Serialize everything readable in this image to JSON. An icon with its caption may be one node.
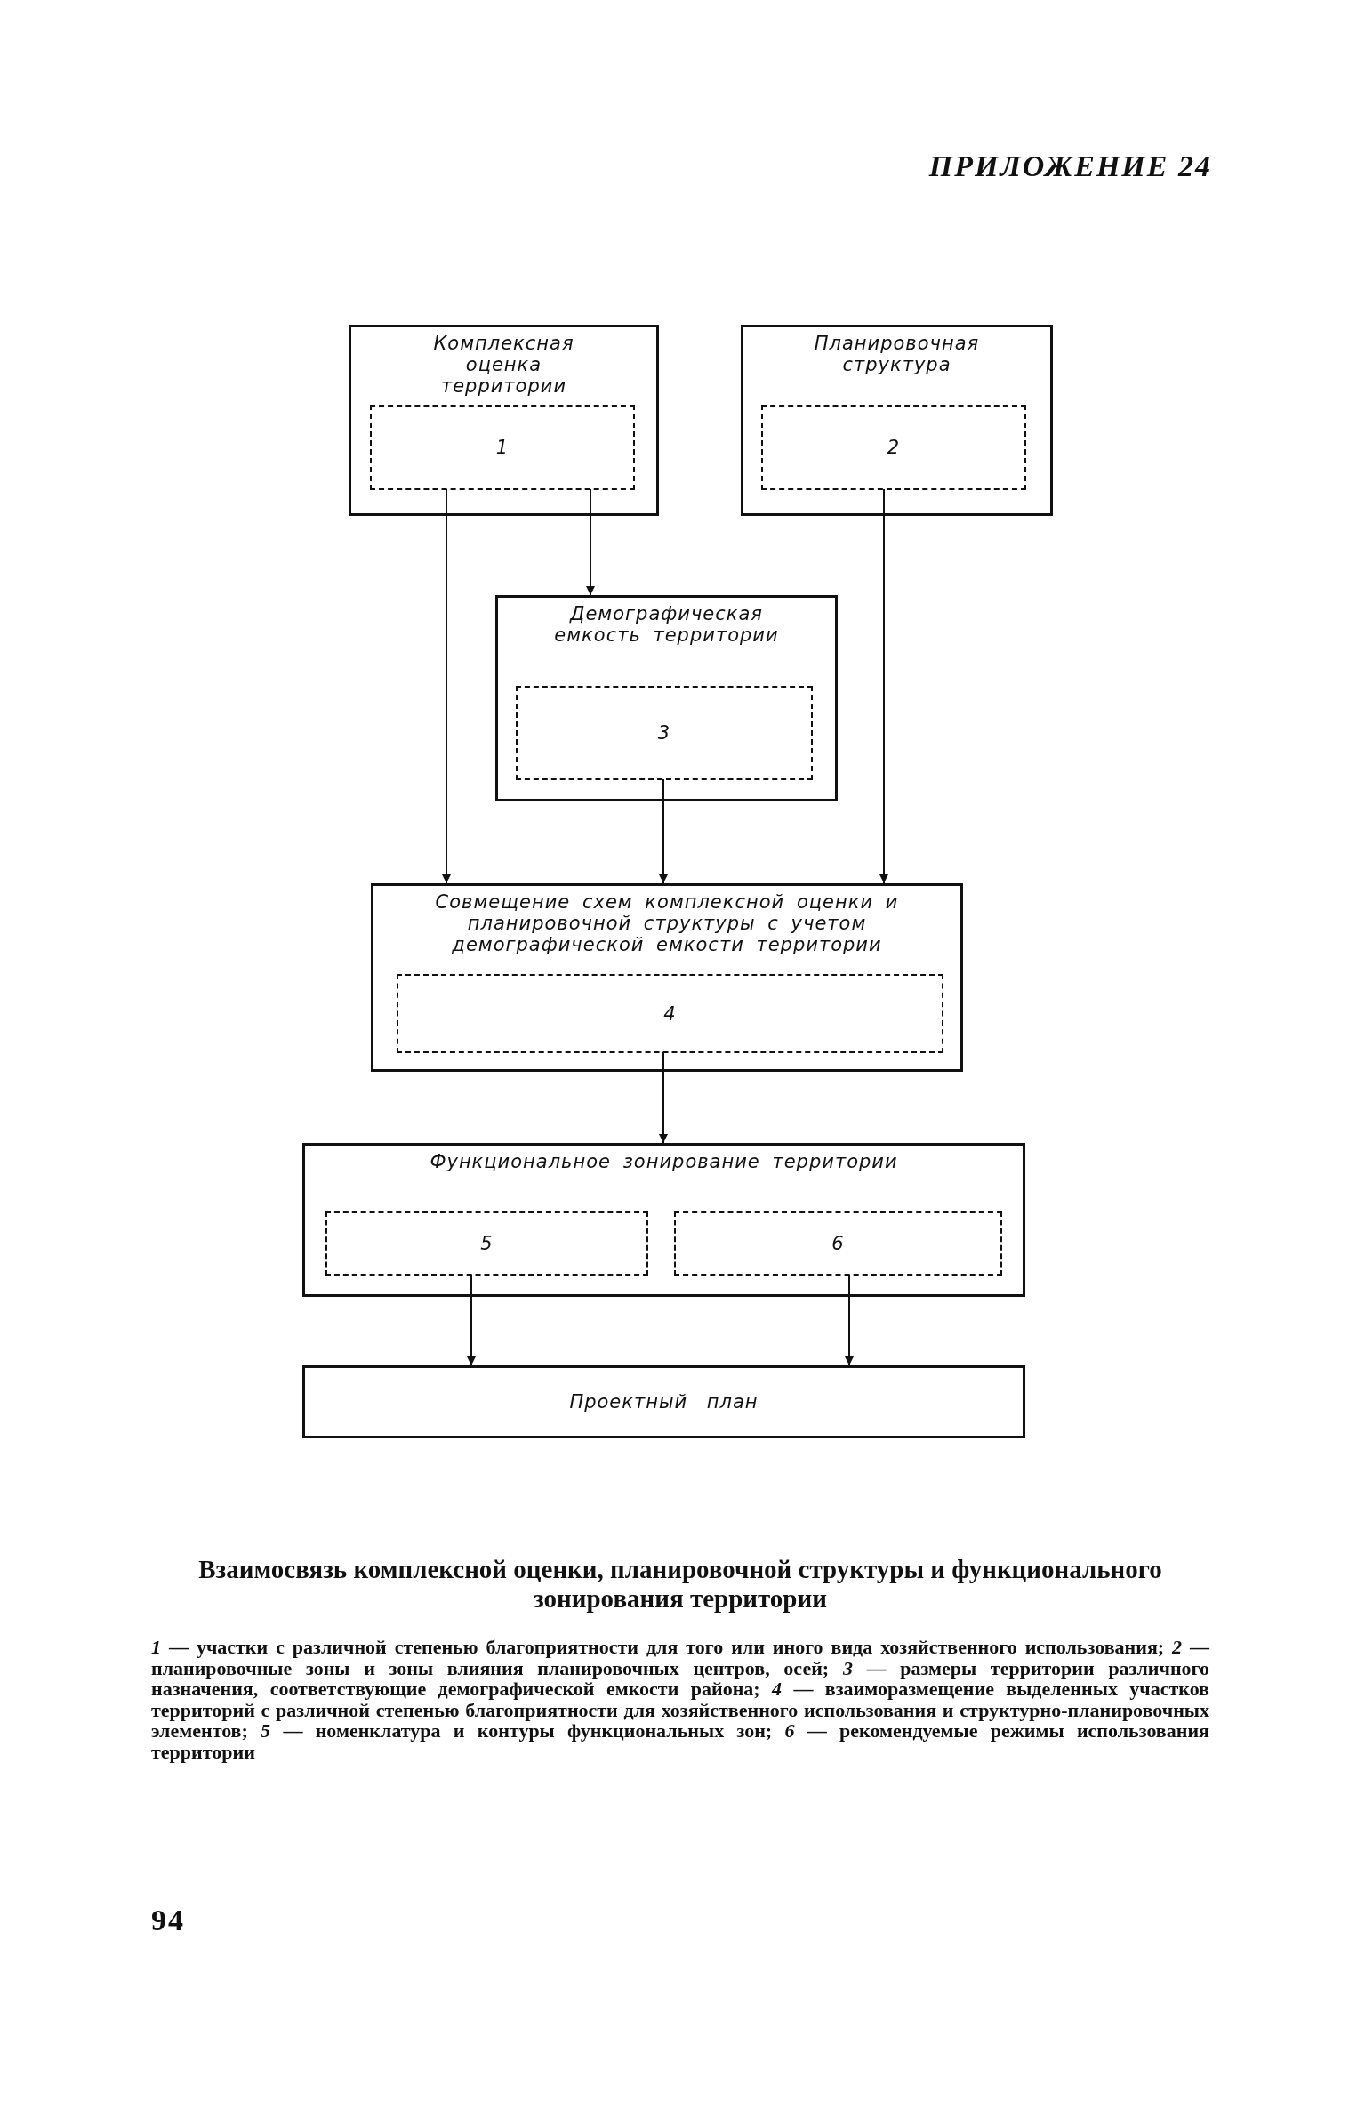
{
  "diagram": {
    "title": "Взаимосвязь комплексной оценки, планировочной структуры и функционального зонирования территории",
    "caption": "*1* — участки с различной степенью благоприятности для того или иного вида хозяйственного использования; *2* — планировочные зоны и зоны влияния планировочных центров, осей; *3* — размеры территории различного назначения, соответствующие демографической емкости района; *4* — взаиморазмещение выделенных участков территорий с различной степенью благоприятности для хозяйственного использования и структурно-планировочных элементов; *5* — номенклатура и контуры функциональных зон; *6* — рекомендуемые режимы использования территории",
    "nodes": [
      {
        "text": [
          "Комплексная оценка территории"
        ]
      },
      {
        "text": [
          "1"
        ],
        "in": 0
      },
      {
        "text": [
          "Планировочная структура"
        ]
      },
      {
        "text": [
          "2"
        ],
        "in": 2
      },
      {
        "text": [
          "Демографическая емкость территории"
        ]
      },
      {
        "text": [
          "3"
        ],
        "in": 4
      },
      {
        "text": [
          "Совмещение схем комплексной оценки и планировочной структуры с учетом демографической емкости территории"
        ]
      },
      {
        "text": [
          "4"
        ],
        "in": 6
      },
      {
        "text": [
          "Функциональное зонирование территории"
        ]
      },
      {
        "text": [
          "5"
        ],
        "in": 8
      },
      {
        "text": [
          "6"
        ],
        "in": 8
      },
      {
        "text": [
          "Проектный план"
        ]
      }
    ],
    "edges": [
      {
        "from": 1,
        "to": 6,
        "arrow": "to"
      },
      {
        "from": 1,
        "to": 4,
        "arrow": "to"
      },
      {
        "from": 3,
        "to": 6,
        "arrow": "to"
      },
      {
        "from": 5,
        "to": 6,
        "arrow": "to"
      },
      {
        "from": 7,
        "to": 8,
        "arrow": "to"
      },
      {
        "from": 9,
        "to": 11,
        "arrow": "to"
      },
      {
        "from": 10,
        "to": 11,
        "arrow": "to"
      }
    ],
    "labels": [
      "ПРИЛОЖЕНИЕ 24",
      "94"
    ]
  }
}
